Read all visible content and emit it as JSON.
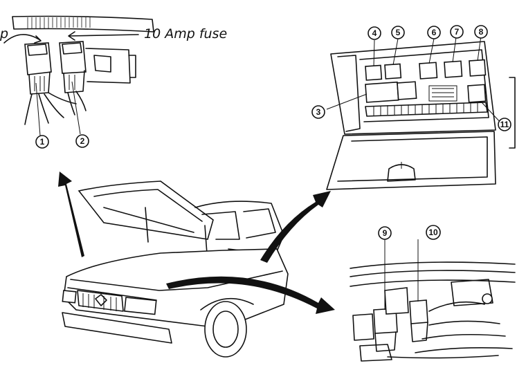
{
  "annotations": {
    "left_fragment": "p",
    "fuse_label": "10 Amp fuse"
  },
  "callouts": [
    "1",
    "2",
    "3",
    "4",
    "5",
    "6",
    "7",
    "8",
    "9",
    "10",
    "11"
  ],
  "colors": {
    "ink": "#111111",
    "paper": "#ffffff"
  }
}
